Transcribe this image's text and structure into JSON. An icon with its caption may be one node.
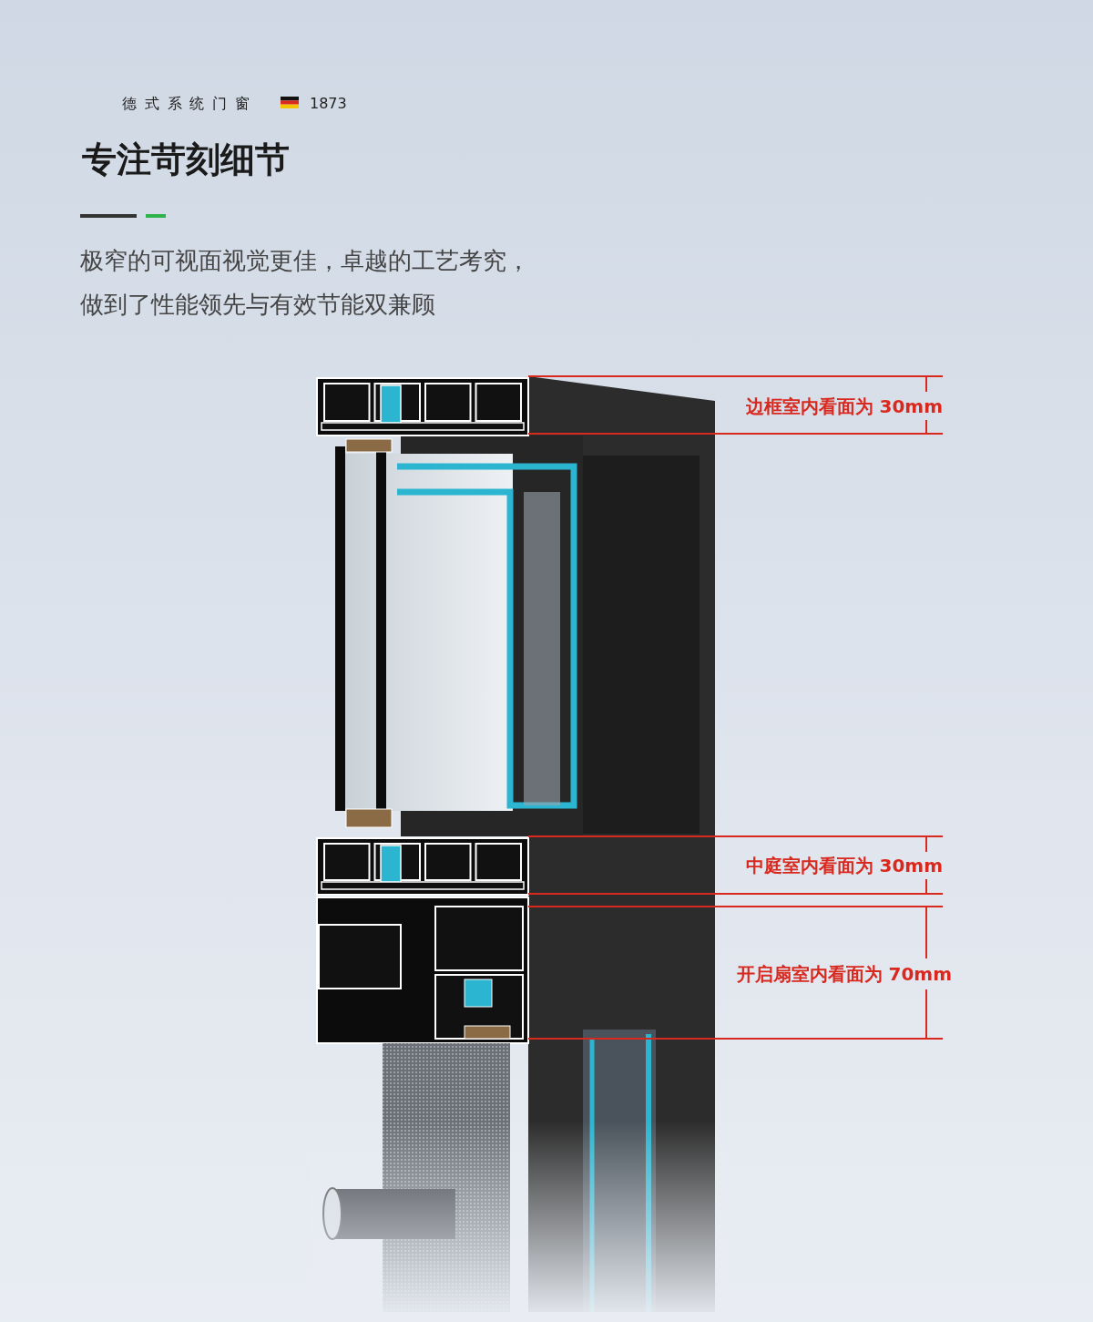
{
  "diagram": {
    "title": "专注苛刻细节",
    "labels": [
      "德式系统门窗",
      "1873",
      "极窄的可视面视觉更佳，卓越的工艺考究，做到了性能领先与有效节能双兼顾",
      "边框室内看面为 30mm",
      "中庭室内看面为 30mm",
      "开启扇室内看面为 70mm"
    ]
  }
}
